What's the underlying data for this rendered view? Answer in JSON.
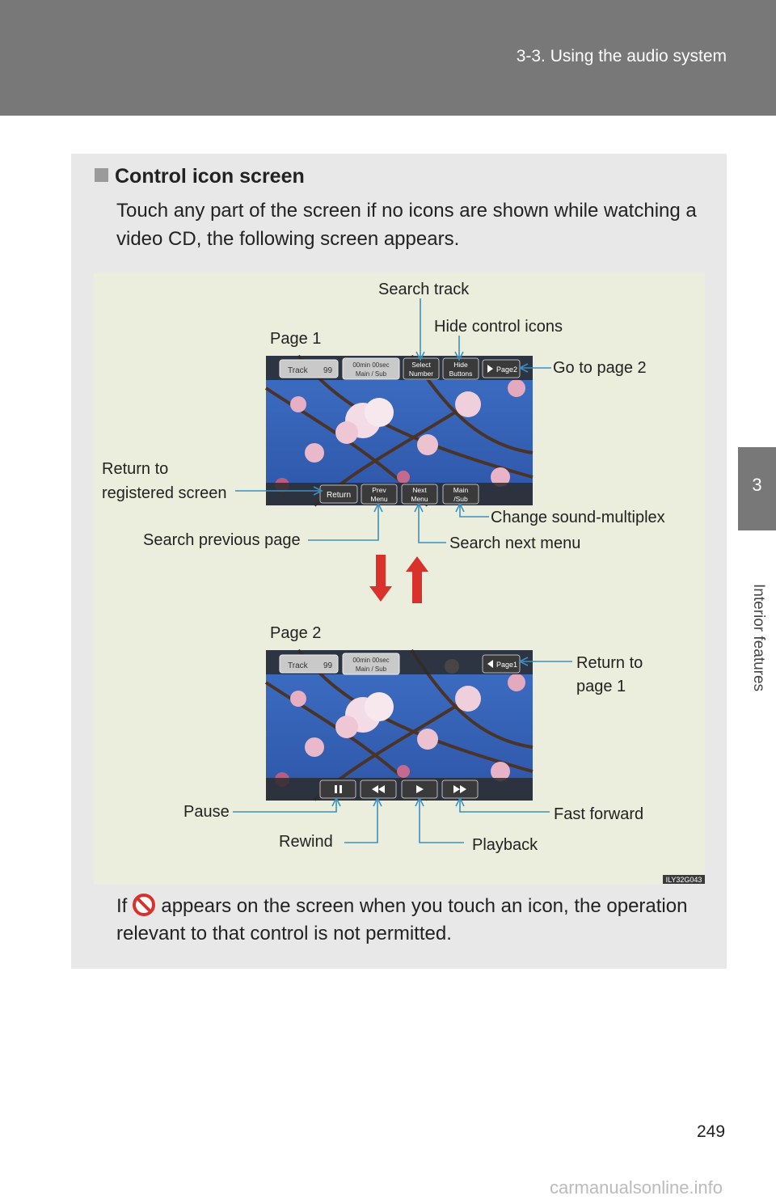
{
  "header": {
    "section_title": "3-3. Using the audio system"
  },
  "side_tab": {
    "chapter_number": "3",
    "chapter_label": "Interior features"
  },
  "content": {
    "heading": "Control icon screen",
    "intro": "Touch any part of the screen if no icons are shown while watching a video CD, the following screen appears.",
    "note_before": "If",
    "note_after": "appears on the screen when you touch an icon, the operation relevant to that control is not permitted."
  },
  "figure": {
    "code": "ILY32G043",
    "page1": {
      "title": "Page 1",
      "track_label": "Track",
      "track_number": "99",
      "time_line1": "00min 00sec",
      "time_line2": "Main / Sub",
      "select_line1": "Select",
      "select_line2": "Number",
      "hide_line1": "Hide",
      "hide_line2": "Buttons",
      "page2_button": "Page2",
      "return_button": "Return",
      "prev_line1": "Prev",
      "prev_line2": "Menu",
      "next_line1": "Next",
      "next_line2": "Menu",
      "mainsub_line1": "Main",
      "mainsub_line2": "/Sub",
      "callouts": {
        "search_track": "Search track",
        "hide_control_icons": "Hide control icons",
        "go_to_page2": "Go to page 2",
        "return_to_line1": "Return to",
        "return_to_line2": "registered screen",
        "change_sound": "Change sound-multiplex",
        "search_previous_page": "Search previous page",
        "search_next_menu": "Search next menu"
      }
    },
    "page2": {
      "title": "Page 2",
      "track_label": "Track",
      "track_number": "99",
      "time_line1": "00min 00sec",
      "time_line2": "Main / Sub",
      "page1_button": "Page1",
      "callouts": {
        "return_line1": "Return to",
        "return_line2": "page 1",
        "pause": "Pause",
        "rewind": "Rewind",
        "playback": "Playback",
        "fast_forward": "Fast forward"
      }
    }
  },
  "page_number": "249",
  "footer": {
    "watermark": "carmanualsonline.info"
  },
  "colors": {
    "header_gray": "#787878",
    "panel_gray": "#e8e8e8",
    "figure_bg": "#eceedd",
    "arrow_red": "#d9312b",
    "callout_line": "#3c8fc0"
  }
}
